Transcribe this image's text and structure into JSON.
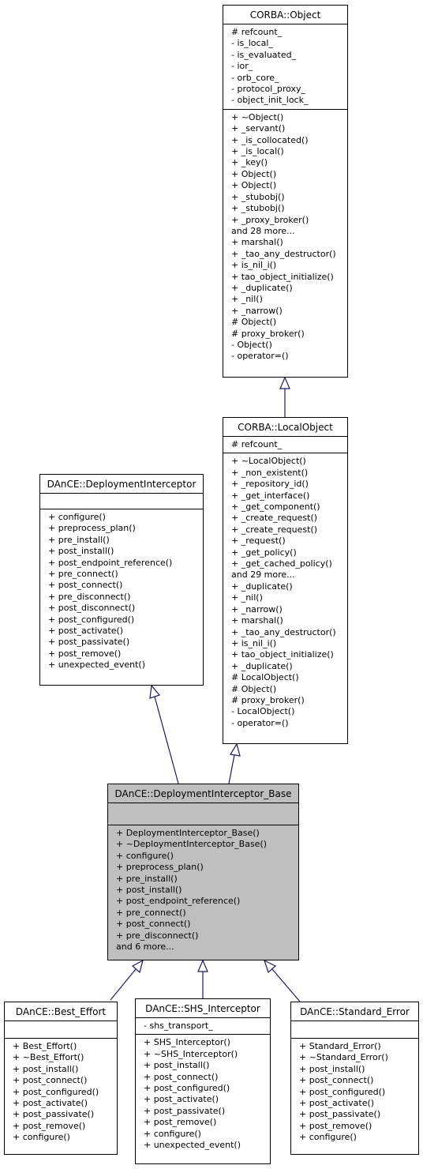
{
  "classes": {
    "corba_object": {
      "name": "CORBA::Object",
      "attributes": [
        "# refcount_",
        "- is_local_",
        "- is_evaluated_",
        "- ior_",
        "- orb_core_",
        "- protocol_proxy_",
        "- object_init_lock_"
      ],
      "methods": [
        "+ ~Object()",
        "+ _servant()",
        "+ _is_collocated()",
        "+ _is_local()",
        "+ _key()",
        "+ Object()",
        "+ Object()",
        "+ _stubobj()",
        "+ _stubobj()",
        "+ _proxy_broker()",
        "and 28 more...",
        "+ marshal()",
        "+ _tao_any_destructor()",
        "+ is_nil_i()",
        "+ tao_object_initialize()",
        "+ _duplicate()",
        "+ _nil()",
        "+ _narrow()",
        "# Object()",
        "# proxy_broker()",
        "- Object()",
        "- operator=()"
      ]
    },
    "corba_localobject": {
      "name": "CORBA::LocalObject",
      "attributes": [
        "# refcount_"
      ],
      "methods": [
        "+ ~LocalObject()",
        "+ _non_existent()",
        "+ _repository_id()",
        "+ _get_interface()",
        "+ _get_component()",
        "+ _create_request()",
        "+ _create_request()",
        "+ _request()",
        "+ _get_policy()",
        "+ _get_cached_policy()",
        "and 29 more...",
        "+ _duplicate()",
        "+ _nil()",
        "+ _narrow()",
        "+ marshal()",
        "+ _tao_any_destructor()",
        "+ is_nil_i()",
        "+ tao_object_initialize()",
        "+ _duplicate()",
        "# LocalObject()",
        "# Object()",
        "# proxy_broker()",
        "- LocalObject()",
        "- operator=()"
      ]
    },
    "deployment_interceptor": {
      "name": "DAnCE::DeploymentInterceptor",
      "attributes": [],
      "methods": [
        "+ configure()",
        "+ preprocess_plan()",
        "+ pre_install()",
        "+ post_install()",
        "+ post_endpoint_reference()",
        "+ pre_connect()",
        "+ post_connect()",
        "+ pre_disconnect()",
        "+ post_disconnect()",
        "+ post_configured()",
        "+ post_activate()",
        "+ post_passivate()",
        "+ post_remove()",
        "+ unexpected_event()"
      ]
    },
    "deployment_interceptor_base": {
      "name": "DAnCE::DeploymentInterceptor_Base",
      "attributes": [],
      "methods": [
        "+ DeploymentInterceptor_Base()",
        "+ ~DeploymentInterceptor_Base()",
        "+ configure()",
        "+ preprocess_plan()",
        "+ pre_install()",
        "+ post_install()",
        "+ post_endpoint_reference()",
        "+ pre_connect()",
        "+ post_connect()",
        "+ pre_disconnect()",
        "and 6 more..."
      ]
    },
    "best_effort": {
      "name": "DAnCE::Best_Effort",
      "attributes": [],
      "methods": [
        "+ Best_Effort()",
        "+ ~Best_Effort()",
        "+ post_install()",
        "+ post_connect()",
        "+ post_configured()",
        "+ post_activate()",
        "+ post_passivate()",
        "+ post_remove()",
        "+ configure()"
      ]
    },
    "shs_interceptor": {
      "name": "DAnCE::SHS_Interceptor",
      "attributes": [
        "- shs_transport_"
      ],
      "methods": [
        "+ SHS_Interceptor()",
        "+ ~SHS_Interceptor()",
        "+ post_install()",
        "+ post_connect()",
        "+ post_configured()",
        "+ post_activate()",
        "+ post_passivate()",
        "+ post_remove()",
        "+ configure()",
        "+ unexpected_event()"
      ]
    },
    "standard_error": {
      "name": "DAnCE::Standard_Error",
      "attributes": [],
      "methods": [
        "+ Standard_Error()",
        "+ ~Standard_Error()",
        "+ post_install()",
        "+ post_connect()",
        "+ post_configured()",
        "+ post_activate()",
        "+ post_passivate()",
        "+ post_remove()",
        "+ configure()"
      ]
    }
  },
  "colors": {
    "edge": "#191970",
    "highlight_fill": "#bfbfbf",
    "border": "#000000"
  }
}
